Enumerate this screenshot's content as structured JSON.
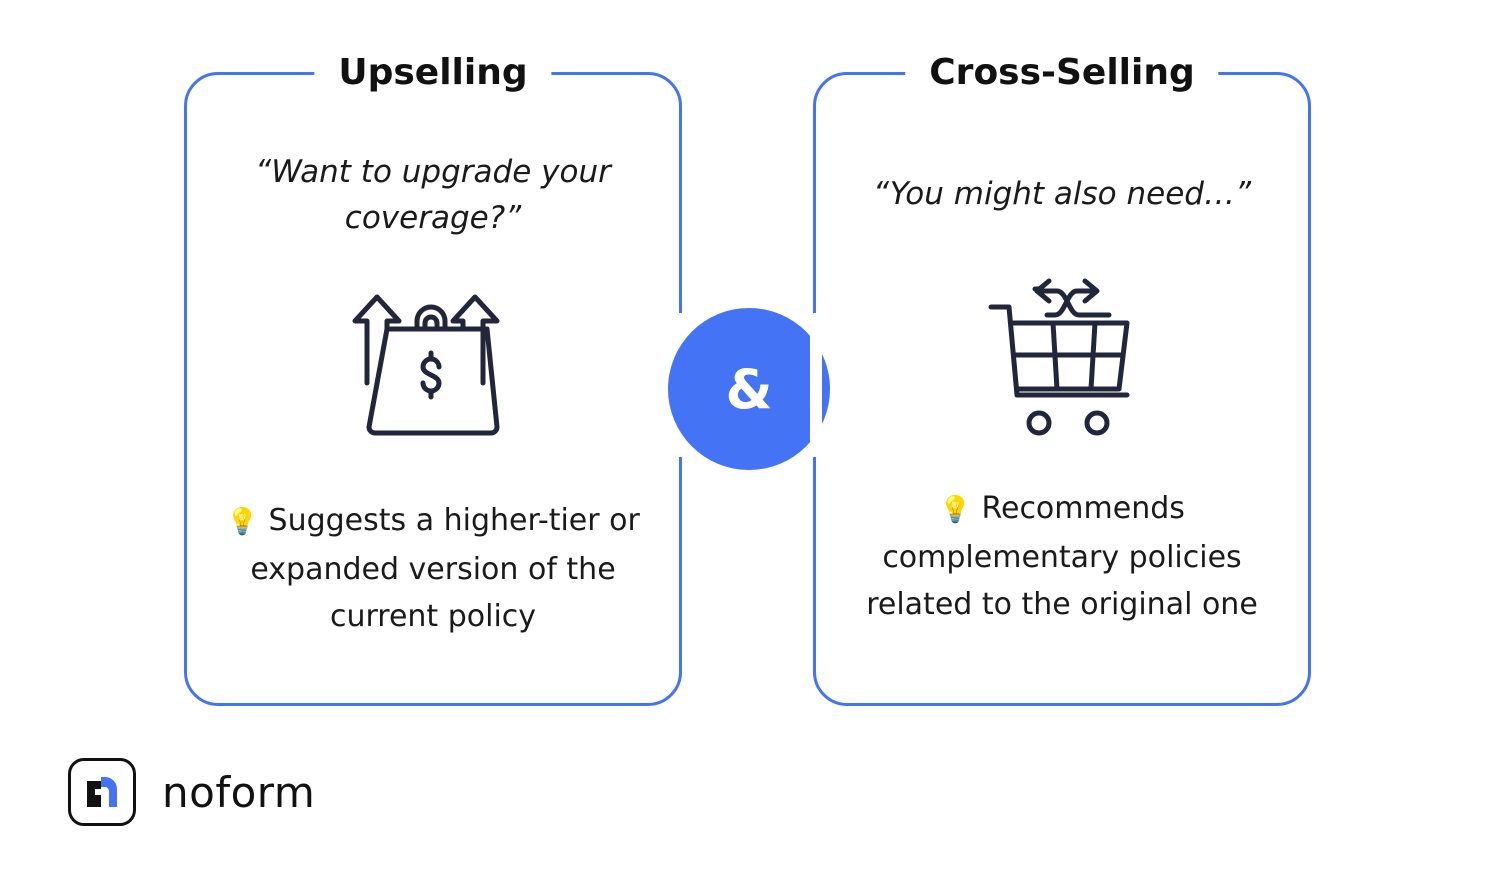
{
  "upselling": {
    "title": "Upselling",
    "quote": "“Want to upgrade your coverage?”",
    "icon": "money-bag-arrows-up-icon",
    "bullet_icon": "💡",
    "description": "Suggests a higher-tier or expanded version of the current policy"
  },
  "connector": {
    "symbol": "&"
  },
  "cross_selling": {
    "title": "Cross-Selling",
    "quote": "“You might also need…”",
    "icon": "shopping-cart-shuffle-icon",
    "bullet_icon": "💡",
    "description": "Recommends complementary policies related to the original one"
  },
  "brand": {
    "name": "noform"
  },
  "colors": {
    "accent": "#4474f5",
    "text": "#111111",
    "icon_stroke": "#22263a"
  }
}
